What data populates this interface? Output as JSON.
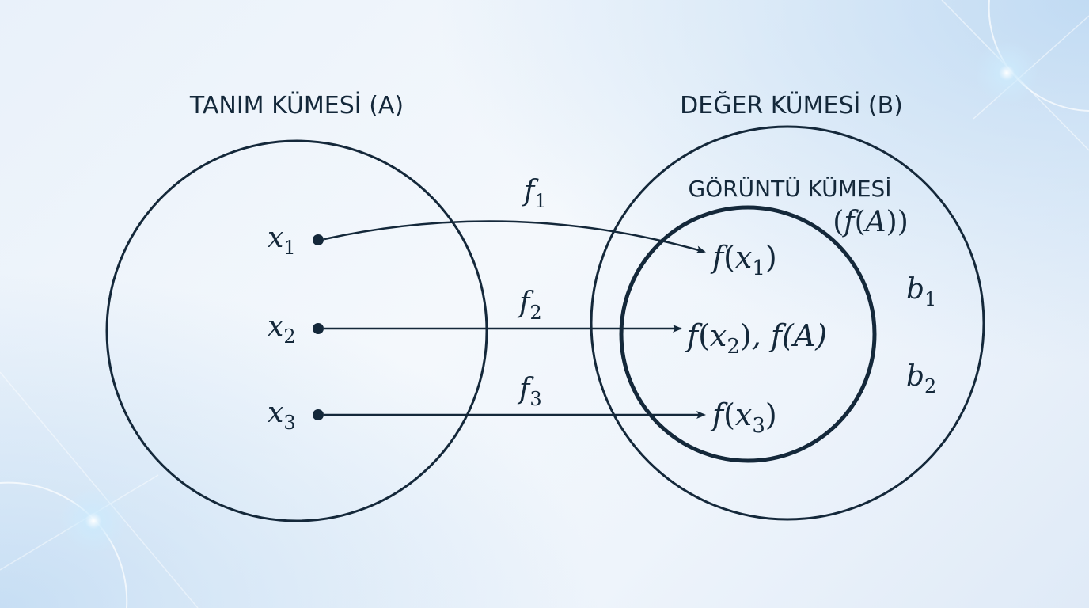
{
  "domain_title": "TANIM KÜMESİ (A)",
  "codomain_title": "DEĞER KÜMESİ (B)",
  "range_title": "GÖRÜNTÜ KÜMESİ",
  "range_notation": {
    "open": "(",
    "f": "f",
    "arg_open": "(",
    "arg": "A",
    "arg_close": ")",
    "close": ")"
  },
  "domain_elements": [
    {
      "base": "x",
      "sub": "1"
    },
    {
      "base": "x",
      "sub": "2"
    },
    {
      "base": "x",
      "sub": "3"
    }
  ],
  "arrows": [
    {
      "base": "f",
      "sub": "1"
    },
    {
      "base": "f",
      "sub": "2"
    },
    {
      "base": "f",
      "sub": "3"
    }
  ],
  "images": [
    {
      "f": "f",
      "open": "(",
      "x": "x",
      "sub": "1",
      "close": ")",
      "extra": ""
    },
    {
      "f": "f",
      "open": "(",
      "x": "x",
      "sub": "2",
      "close": ")",
      "extra": ", f(A)"
    },
    {
      "f": "f",
      "open": "(",
      "x": "x",
      "sub": "3",
      "close": ")",
      "extra": ""
    }
  ],
  "outside_elements": [
    {
      "base": "b",
      "sub": "1"
    },
    {
      "base": "b",
      "sub": "2"
    }
  ],
  "colors": {
    "ink": "#14283a",
    "background": "#eef4fb",
    "glow": "#bfe4fb"
  }
}
